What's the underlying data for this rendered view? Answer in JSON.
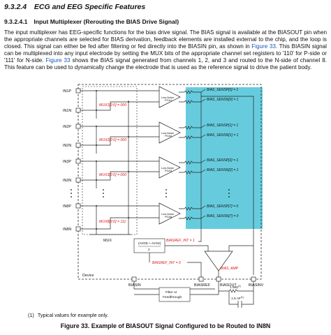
{
  "section": {
    "number": "9.3.2.4",
    "title": "ECG and EEG Specific Features"
  },
  "subsection": {
    "number": "9.3.2.4.1",
    "title": "Input Multiplexer (Rerouting the BIAS Drive Signal)"
  },
  "body": {
    "p1": "The input multiplexer has EEG-specific functions for the bias drive signal. The BIAS signal is available at the BIASOUT pin when the appropriate channels are selected for BIAS derivation, feedback elements are installed external to the chip, and the loop is closed. This signal can either be fed after filtering or fed directly into the BIASIN pin, as shown in ",
    "link1": "Figure 33",
    "p2": ". This BIASIN signal can be multiplexed into any input electrode by setting the MUX bits of the appropriate channel set registers to '110' for P-side or '111' for N-side. ",
    "link2": "Figure 33",
    "p3": " shows the BIAS signal generated from channels 1, 2, and 3 and routed to the N-side of channel 8. This feature can be used to dynamically change the electrode that is used as the reference signal to drive the patient body."
  },
  "diagram": {
    "pins": {
      "in1p": "IN1P",
      "in1n": "IN1N",
      "in2p": "IN2P",
      "in2n": "IN2N",
      "in3p": "IN3P",
      "in3n": "IN3N",
      "in8p": "IN8P",
      "in8n": "IN8N"
    },
    "mux": {
      "mux1": "MUX1[2:0] = 000",
      "mux2": "MUX2[2:0] = 000",
      "mux3": "MUX3[2:0] = 000",
      "mux8": "MUX8[2:0] = 111",
      "label": "MUX"
    },
    "pga": {
      "name1": "PGA1",
      "name2": "PGA2",
      "name3": "PGA3",
      "name8": "PGA8",
      "sublabel": "Low-Noise"
    },
    "bias_sens": {
      "sensp1": "BIAS_SENSP[0] = 1",
      "sensn1": "BIAS_SENSN[0] = 1",
      "sensp2": "BIAS_SENSP[1] = 1",
      "sensn2": "BIAS_SENSN[1] = 1",
      "sensp3": "BIAS_SENSP[2] = 1",
      "sensn3": "BIAS_SENSN[2] = 1",
      "sensp8": "BIAS_SENSP[7] = 0",
      "sensn8": "BIAS_SENSN[7] = 0"
    },
    "biasref": {
      "formula_top": "(AVDD + AVSS)",
      "formula_bottom": "2",
      "int1": "BIASREF_INT = 1",
      "int0": "BIASREF_INT = 0",
      "amp": "BIAS_AMP"
    },
    "device_label": "Device",
    "bottom_pins": {
      "biasin": "BIASIN",
      "biasref": "BIASREF",
      "biasout": "BIASOUT",
      "biasinv": "BIASINV"
    },
    "filter": {
      "line1": "Filter or",
      "line2": "Feedthrough"
    },
    "external": {
      "resistor": "1 MΩ",
      "capacitor": "1.5 nF",
      "sup": "(1)"
    }
  },
  "footnote": {
    "mark": "(1)",
    "text": "Typical values for example only."
  },
  "caption": "Figure 33. Example of BIASOUT Signal Configured to be Routed to IN8N",
  "colors": {
    "highlight": "#66ccdd",
    "red": "#dd1111",
    "link": "#1a56b5"
  }
}
